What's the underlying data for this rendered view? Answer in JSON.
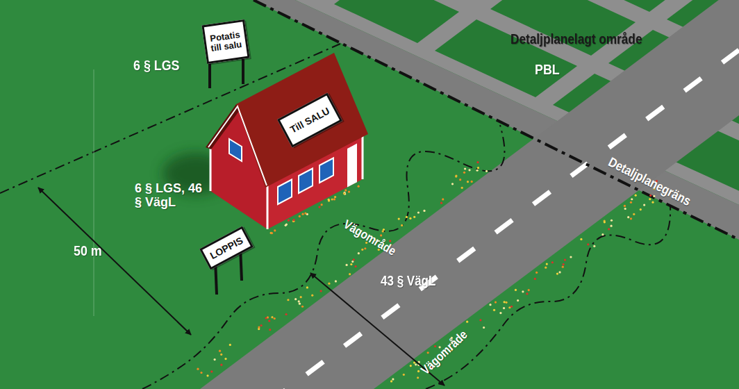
{
  "diagram": {
    "nodes": [
      {
        "text": [
          "Potatis till salu"
        ]
      },
      {
        "text": [
          "Till SALU"
        ]
      },
      {
        "text": [
          "LOPPIS"
        ]
      }
    ],
    "labels": [
      "Detaljplanelagt område",
      "6 § LGS",
      "PBL",
      "Detaljplanegräns",
      "6 § LGS, 46 § VägL",
      "Vägområde",
      "50 m",
      "43 § VägL",
      "Vägområde"
    ]
  }
}
